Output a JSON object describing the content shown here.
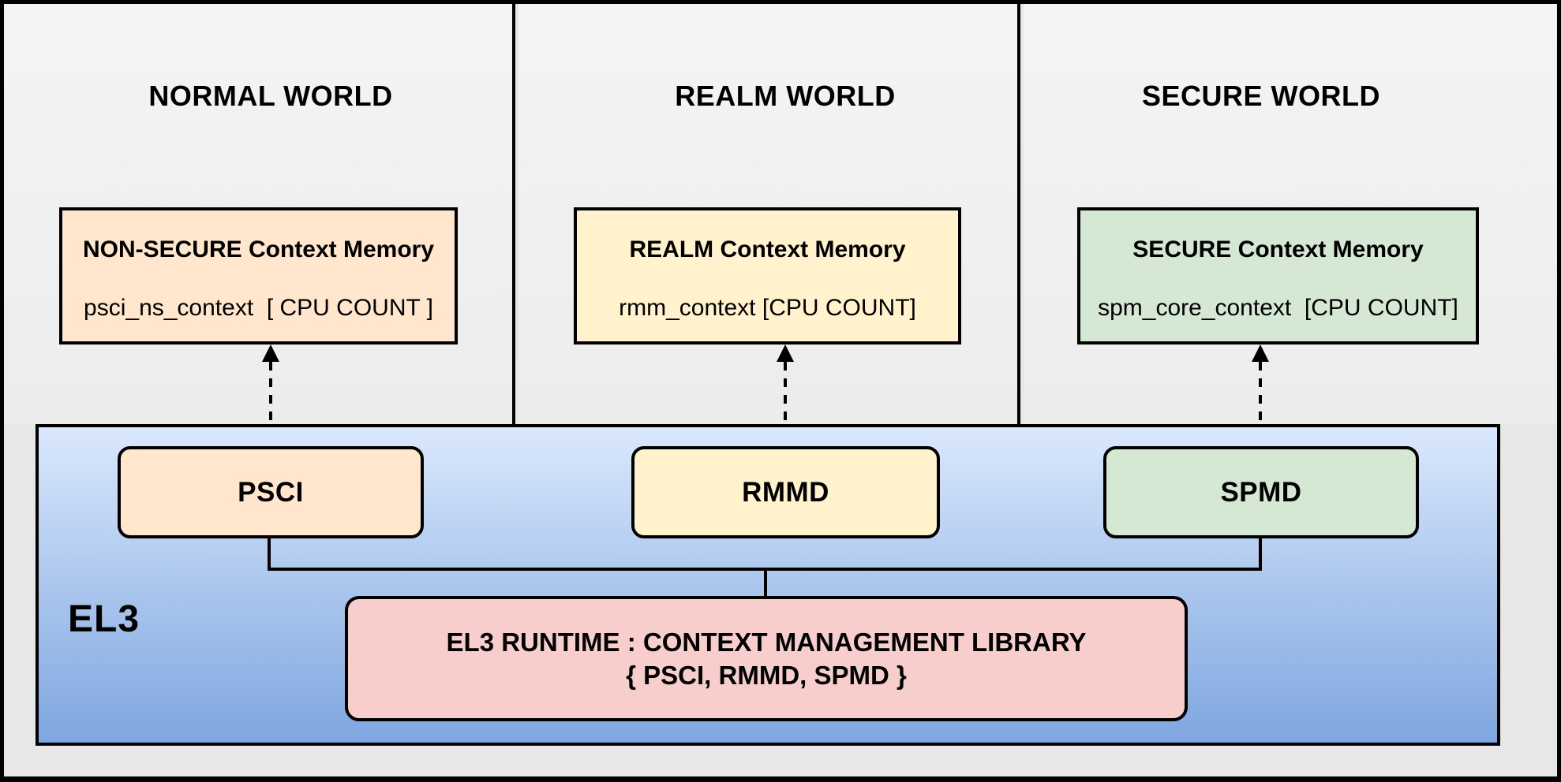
{
  "worlds": [
    {
      "title": "NORMAL WORLD",
      "memory": {
        "title": "NON-SECURE Context Memory",
        "code": "psci_ns_context  [ CPU COUNT ]"
      },
      "dispatcher": "PSCI",
      "color": "#ffe6cc"
    },
    {
      "title": "REALM WORLD",
      "memory": {
        "title": "REALM Context Memory",
        "code": "rmm_context [CPU COUNT]"
      },
      "dispatcher": "RMMD",
      "color": "#fff2cc"
    },
    {
      "title": "SECURE WORLD",
      "memory": {
        "title": "SECURE Context Memory",
        "code": "spm_core_context  [CPU COUNT]"
      },
      "dispatcher": "SPMD",
      "color": "#d5e8d4"
    }
  ],
  "el3": {
    "label": "EL3",
    "runtime": {
      "line1": "EL3 RUNTIME : CONTEXT MANAGEMENT LIBRARY",
      "line2": "{ PSCI, RMMD, SPMD }",
      "color": "#f8cecc"
    },
    "gradient_top": "#dae8fc",
    "gradient_bottom": "#7ea6e0"
  }
}
